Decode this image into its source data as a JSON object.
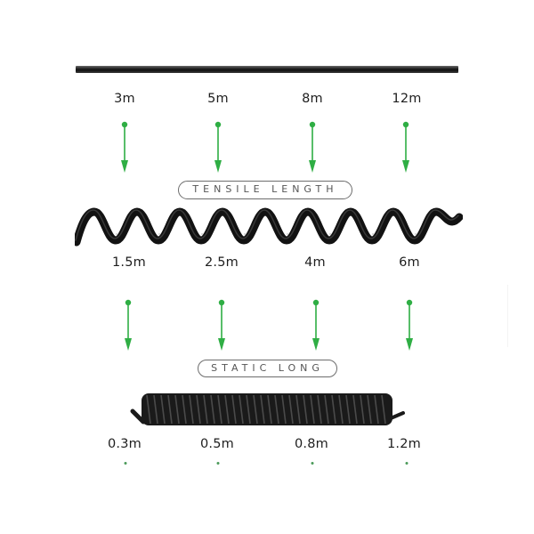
{
  "colors": {
    "arrow_green": "#2fae44",
    "cable_black": "#111111",
    "pill_border": "#6d6d6d",
    "pill_text": "#555555"
  },
  "straight_cable": {
    "label": "straight-cable-reference"
  },
  "tensile_section": {
    "labels": [
      "3m",
      "5m",
      "8m",
      "12m"
    ],
    "badge": "TENSILE LENGTH"
  },
  "coil_section": {
    "labels": [
      "1.5m",
      "2.5m",
      "4m",
      "6m"
    ],
    "badge": "STATIC LONG"
  },
  "static_section": {
    "labels": [
      "0.3m",
      "0.5m",
      "0.8m",
      "1.2m"
    ]
  }
}
